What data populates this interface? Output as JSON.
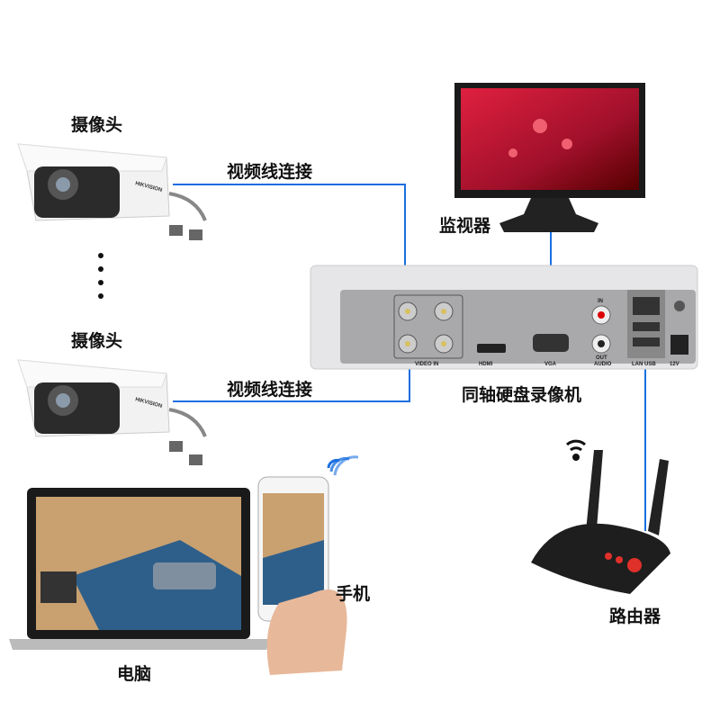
{
  "labels": {
    "camera_top": "摄像头",
    "camera_bottom": "摄像头",
    "cable_top": "视频线连接",
    "cable_bottom": "视频线连接",
    "monitor": "监视器",
    "dvr": "同轴硬盘录像机",
    "router": "路由器",
    "laptop": "电脑",
    "phone": "手机"
  },
  "dvr_ports": {
    "video_in": "VIDEO IN",
    "hdmi": "HDMI",
    "vga": "VGA",
    "audio": "AUDIO",
    "audio_in": "IN",
    "audio_out": "OUT",
    "lan_usb": "LAN USB",
    "power": "12V"
  },
  "brand": "HIKVISION",
  "colors": {
    "connection_line": "#1a6fe0",
    "dvr_panel": "#a9a9ab"
  }
}
